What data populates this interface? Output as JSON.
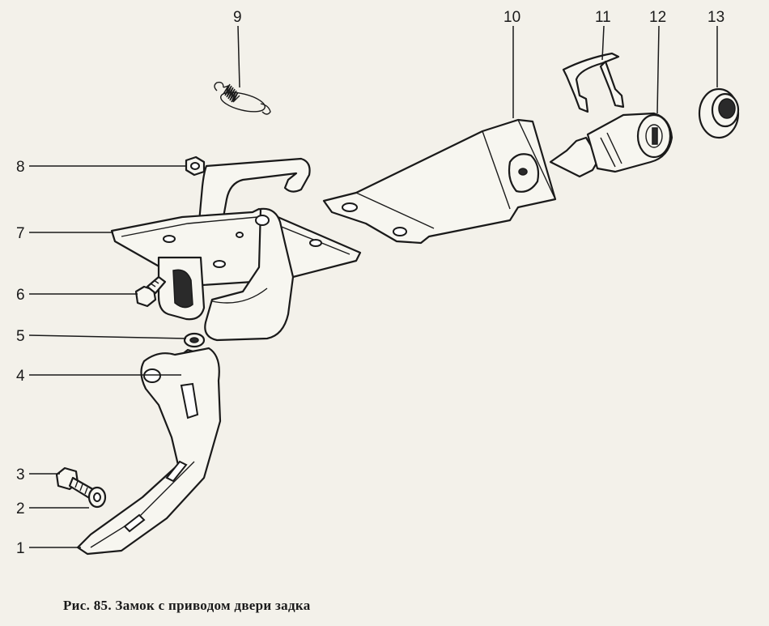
{
  "caption": "Рис. 85. Замок с приводом двери задка",
  "callouts": [
    {
      "id": "1",
      "label": "1"
    },
    {
      "id": "2",
      "label": "2"
    },
    {
      "id": "3",
      "label": "3"
    },
    {
      "id": "4",
      "label": "4"
    },
    {
      "id": "5",
      "label": "5"
    },
    {
      "id": "6",
      "label": "6"
    },
    {
      "id": "7",
      "label": "7"
    },
    {
      "id": "8",
      "label": "8"
    },
    {
      "id": "9",
      "label": "9"
    },
    {
      "id": "10",
      "label": "10"
    },
    {
      "id": "11",
      "label": "11"
    },
    {
      "id": "12",
      "label": "12"
    },
    {
      "id": "13",
      "label": "13"
    }
  ]
}
